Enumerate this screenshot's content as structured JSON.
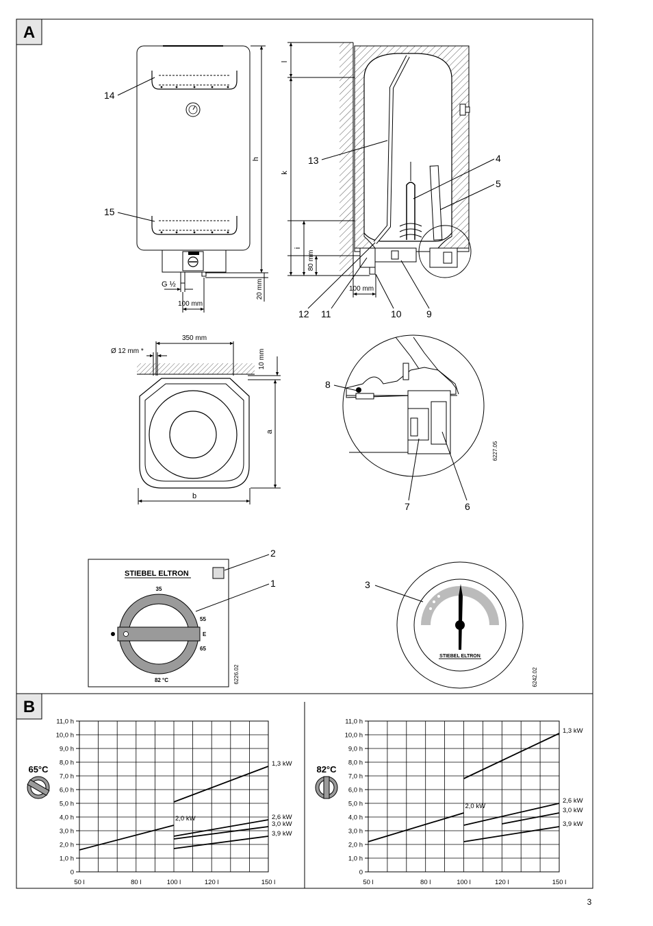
{
  "section_a": {
    "label": "A",
    "front_view": {
      "dimensions": {
        "h": "h",
        "g_half": "G ½",
        "pipe_spacing": "100 mm",
        "clearance": "20 mm"
      },
      "callouts": [
        "14",
        "15"
      ]
    },
    "section_view": {
      "dimensions": {
        "l": "l",
        "k": "k",
        "i": "i",
        "eighty": "80 mm",
        "hundred": "100 mm"
      },
      "callouts": [
        "13",
        "4",
        "5",
        "12",
        "11",
        "10",
        "9"
      ]
    },
    "top_view": {
      "dimensions": {
        "hole": "Ø 12 mm *",
        "spacing": "350 mm",
        "wall": "10 mm",
        "a": "a",
        "b": "b"
      }
    },
    "detail_view": {
      "callouts": [
        "8",
        "7",
        "6"
      ],
      "code": "6227.05"
    },
    "control_panel": {
      "brand": "STIEBEL ELTRON",
      "scale": [
        "35",
        "55",
        "E",
        "65",
        "82 °C"
      ],
      "callouts": [
        "2",
        "1"
      ],
      "code": "6226.02"
    },
    "thermometer": {
      "brand": "STIEBEL ELTRON",
      "callout": "3",
      "code": "6242.02"
    }
  },
  "section_b": {
    "label": "B",
    "charts": [
      {
        "setting": "65°C"
      },
      {
        "setting": "82°C"
      }
    ]
  },
  "page_number": "3",
  "chart_data": [
    {
      "type": "line",
      "title": "65°C",
      "x_ticks": [
        "50 l",
        "80 l",
        "100 l",
        "120 l",
        "150 l"
      ],
      "y_ticks": [
        "0",
        "1,0 h",
        "2,0 h",
        "3,0 h",
        "4,0 h",
        "5,0 h",
        "6,0 h",
        "7,0 h",
        "8,0 h",
        "9,0 h",
        "10,0 h",
        "11,0 h"
      ],
      "xlim": [
        50,
        150
      ],
      "ylim": [
        0,
        11
      ],
      "grid": true,
      "series": [
        {
          "name": "1,3 kW",
          "x": [
            100,
            150
          ],
          "y": [
            5.1,
            7.7
          ]
        },
        {
          "name": "2,0 kW",
          "x": [
            50,
            100
          ],
          "y": [
            1.6,
            3.4
          ]
        },
        {
          "name": "2,6 kW",
          "x": [
            100,
            150
          ],
          "y": [
            2.6,
            3.8
          ]
        },
        {
          "name": "3,0 kW",
          "x": [
            100,
            150
          ],
          "y": [
            2.4,
            3.3
          ]
        },
        {
          "name": "3,9 kW",
          "x": [
            100,
            150
          ],
          "y": [
            1.7,
            2.6
          ]
        }
      ]
    },
    {
      "type": "line",
      "title": "82°C",
      "x_ticks": [
        "50 l",
        "80 l",
        "100 l",
        "120 l",
        "150 l"
      ],
      "y_ticks": [
        "0",
        "1,0 h",
        "2,0 h",
        "3,0 h",
        "4,0 h",
        "5,0 h",
        "6,0 h",
        "7,0 h",
        "8,0 h",
        "9,0 h",
        "10,0 h",
        "11,0 h"
      ],
      "xlim": [
        50,
        150
      ],
      "ylim": [
        0,
        11
      ],
      "grid": true,
      "series": [
        {
          "name": "1,3 kW",
          "x": [
            100,
            150
          ],
          "y": [
            6.8,
            10.1
          ]
        },
        {
          "name": "2,0 kW",
          "x": [
            50,
            100
          ],
          "y": [
            2.2,
            4.3
          ]
        },
        {
          "name": "2,6 kW",
          "x": [
            100,
            150
          ],
          "y": [
            3.4,
            5.0
          ]
        },
        {
          "name": "3,0 kW",
          "x": [
            120,
            150
          ],
          "y": [
            3.5,
            4.3
          ]
        },
        {
          "name": "3,9 kW",
          "x": [
            100,
            150
          ],
          "y": [
            2.2,
            3.3
          ]
        }
      ]
    }
  ]
}
